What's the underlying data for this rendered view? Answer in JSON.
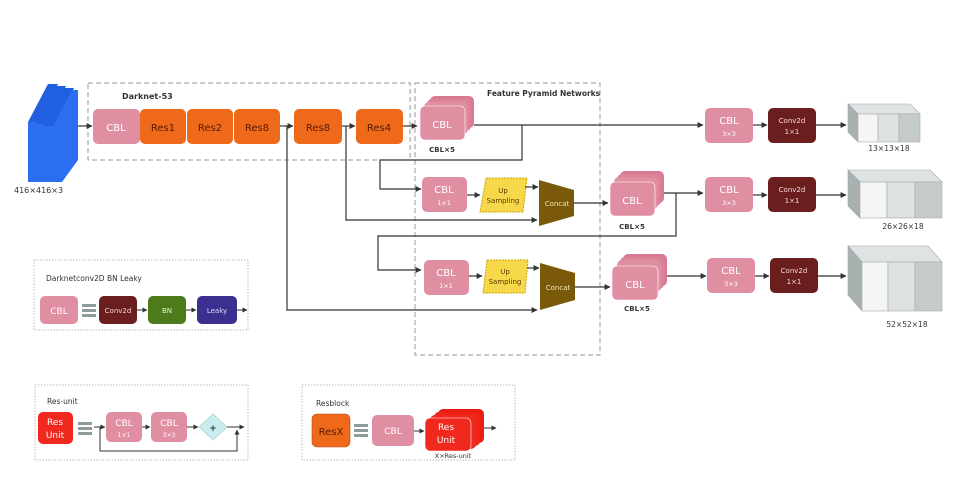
{
  "input": {
    "label": "416×416×3"
  },
  "darknet": {
    "title": "Darknet-53",
    "cbl": "CBL",
    "blocks": [
      "Res1",
      "Res2",
      "Res8",
      "Res8",
      "Res4"
    ]
  },
  "fpn": {
    "title": "Feature Pyramid Networks",
    "cbl5_label": "CBL",
    "cbl5_caption": "CBL×5",
    "cbl1x1": {
      "label": "CBL",
      "sub": "1×1"
    },
    "upsample": {
      "line1": "Up",
      "line2": "Sampling"
    },
    "concat": "Concat"
  },
  "heads": [
    {
      "cbl": "CBL",
      "cbl_sub": "3×3",
      "conv": "Conv2d",
      "conv_sub": "1×1",
      "output": "13×13×18"
    },
    {
      "cbl": "CBL",
      "cbl_sub": "3×3",
      "conv": "Conv2d",
      "conv_sub": "1×1",
      "output": "26×26×18"
    },
    {
      "cbl": "CBL",
      "cbl_sub": "3×3",
      "conv": "Conv2d",
      "conv_sub": "1×1",
      "output": "52×52×18"
    }
  ],
  "legend_cbl": {
    "title": "Darknetconv2D BN Leaky",
    "cbl": "CBL",
    "conv": "Conv2d",
    "bn": "BN",
    "leaky": "Leaky"
  },
  "legend_resunit": {
    "title": "Res-unit",
    "unit_line1": "Res",
    "unit_line2": "Unit",
    "cbl_a": "CBL",
    "cbl_a_sub": "1×1",
    "cbl_b": "CBL",
    "cbl_b_sub": "3×3",
    "add": "+"
  },
  "legend_resblock": {
    "title": "Resblock",
    "resx": "ResX",
    "cbl": "CBL",
    "unit_line1": "Res",
    "unit_line2": "Unit",
    "caption": "X×Res-unit"
  },
  "colors": {
    "cbl": "#e08fa3",
    "res": "#ee6a1a",
    "conv": "#6b1e1e",
    "bn": "#4d7a1a",
    "leaky": "#3b2f8f",
    "upsample": "#f7d84a",
    "concat": "#7a5a0a",
    "input": "#2b6ef2",
    "resunit": "#f0281e",
    "add": "#c9ecef"
  }
}
